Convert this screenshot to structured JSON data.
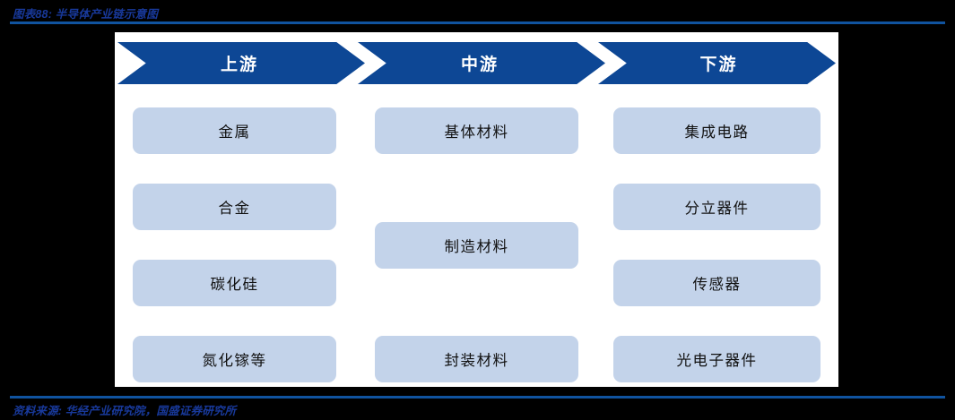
{
  "header": {
    "title": "图表88: 半导体产业链示意图"
  },
  "footer": {
    "source": "资料来源: 华经产业研究院，国盛证券研究所"
  },
  "colors": {
    "header_blue": "#0d4795",
    "rule_blue": "#10539f",
    "title_text": "#18399b",
    "box_fill": "#c3d3ea",
    "box_text": "#111111",
    "panel_bg": "#ffffff",
    "page_bg": "#000000"
  },
  "diagram": {
    "type": "value-chain",
    "columns": [
      {
        "id": "upstream",
        "header": "上游",
        "nodes": [
          {
            "label": "金属"
          },
          {
            "label": "合金"
          },
          {
            "label": "碳化硅"
          },
          {
            "label": "氮化镓等"
          }
        ]
      },
      {
        "id": "midstream",
        "header": "中游",
        "nodes": [
          {
            "label": "基体材料"
          },
          {
            "label": "制造材料"
          },
          {
            "label": "封装材料"
          }
        ]
      },
      {
        "id": "downstream",
        "header": "下游",
        "nodes": [
          {
            "label": "集成电路"
          },
          {
            "label": "分立器件"
          },
          {
            "label": "传感器"
          },
          {
            "label": "光电子器件"
          }
        ]
      }
    ]
  }
}
